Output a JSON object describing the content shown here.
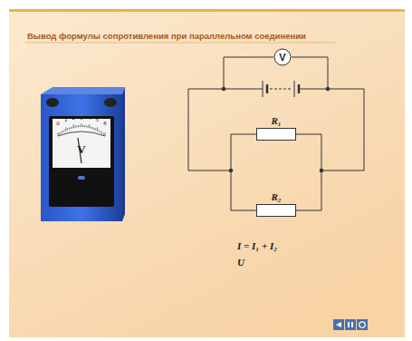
{
  "diagram": {
    "title": "Вывод формулы сопротивления при параллельном соединении",
    "nodes": [
      {
        "text": [
          "V"
        ]
      },
      {
        "text": [
          "R₁"
        ]
      },
      {
        "text": [
          "R₂"
        ]
      }
    ],
    "labels": [
      "0",
      "1",
      "2",
      "3",
      "4",
      "5",
      "6",
      "V",
      "I = I₁ + I₂",
      "U"
    ]
  }
}
